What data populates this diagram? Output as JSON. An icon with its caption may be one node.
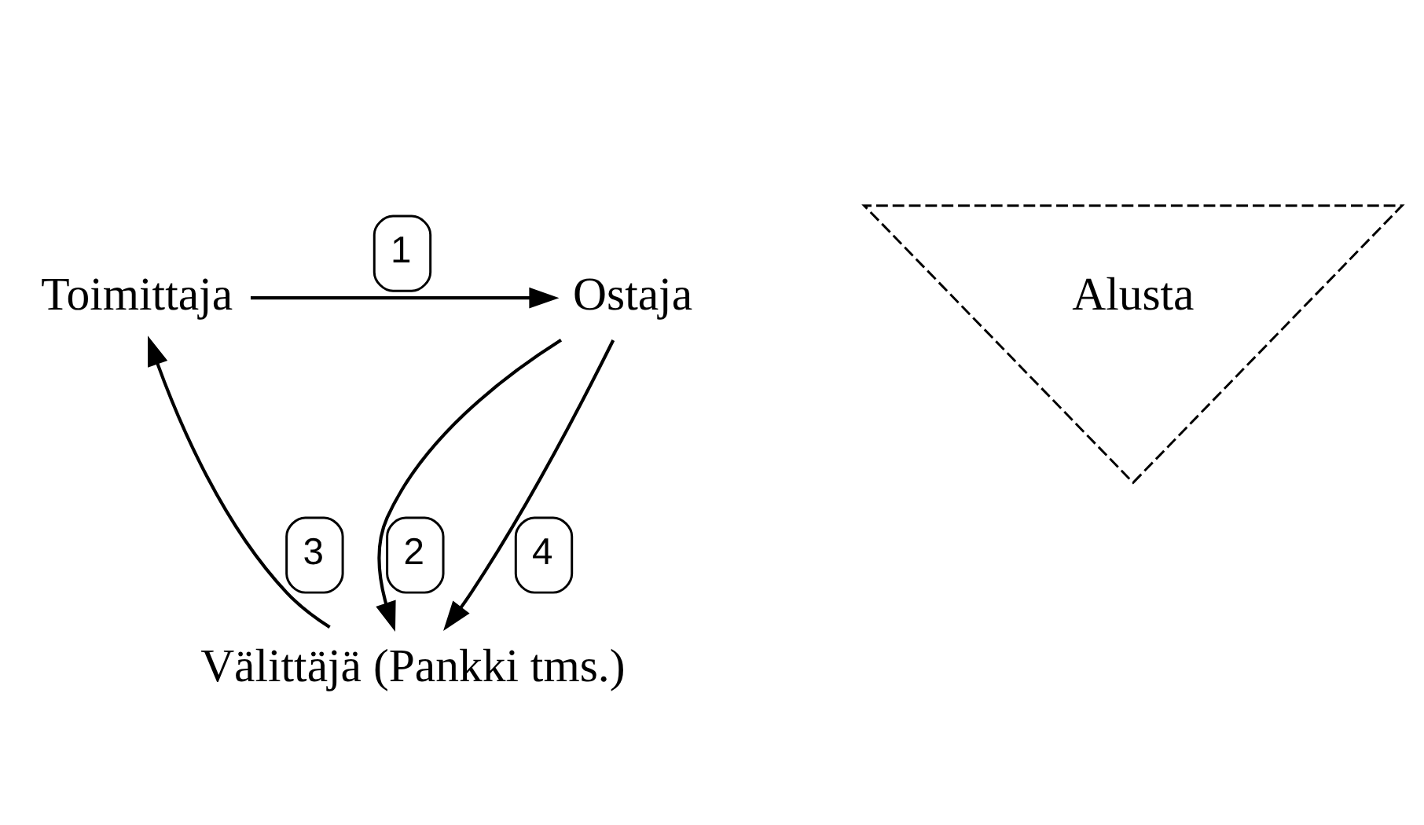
{
  "diagram": {
    "nodes": [
      {
        "text": [
          "Toimittaja"
        ]
      },
      {
        "text": [
          "Ostaja"
        ]
      },
      {
        "text": [
          "Alusta"
        ]
      },
      {
        "text": [
          "Välittäjä (Pankki tms.)"
        ]
      }
    ],
    "edges": [
      {
        "from": 0,
        "to": 1,
        "arrow": "to",
        "label": "1"
      },
      {
        "from": 1,
        "to": 3,
        "arrow": "to",
        "label": "2"
      },
      {
        "from": 3,
        "to": 0,
        "arrow": "to",
        "label": "3"
      },
      {
        "from": 1,
        "to": 3,
        "arrow": "to",
        "label": "4"
      }
    ]
  }
}
